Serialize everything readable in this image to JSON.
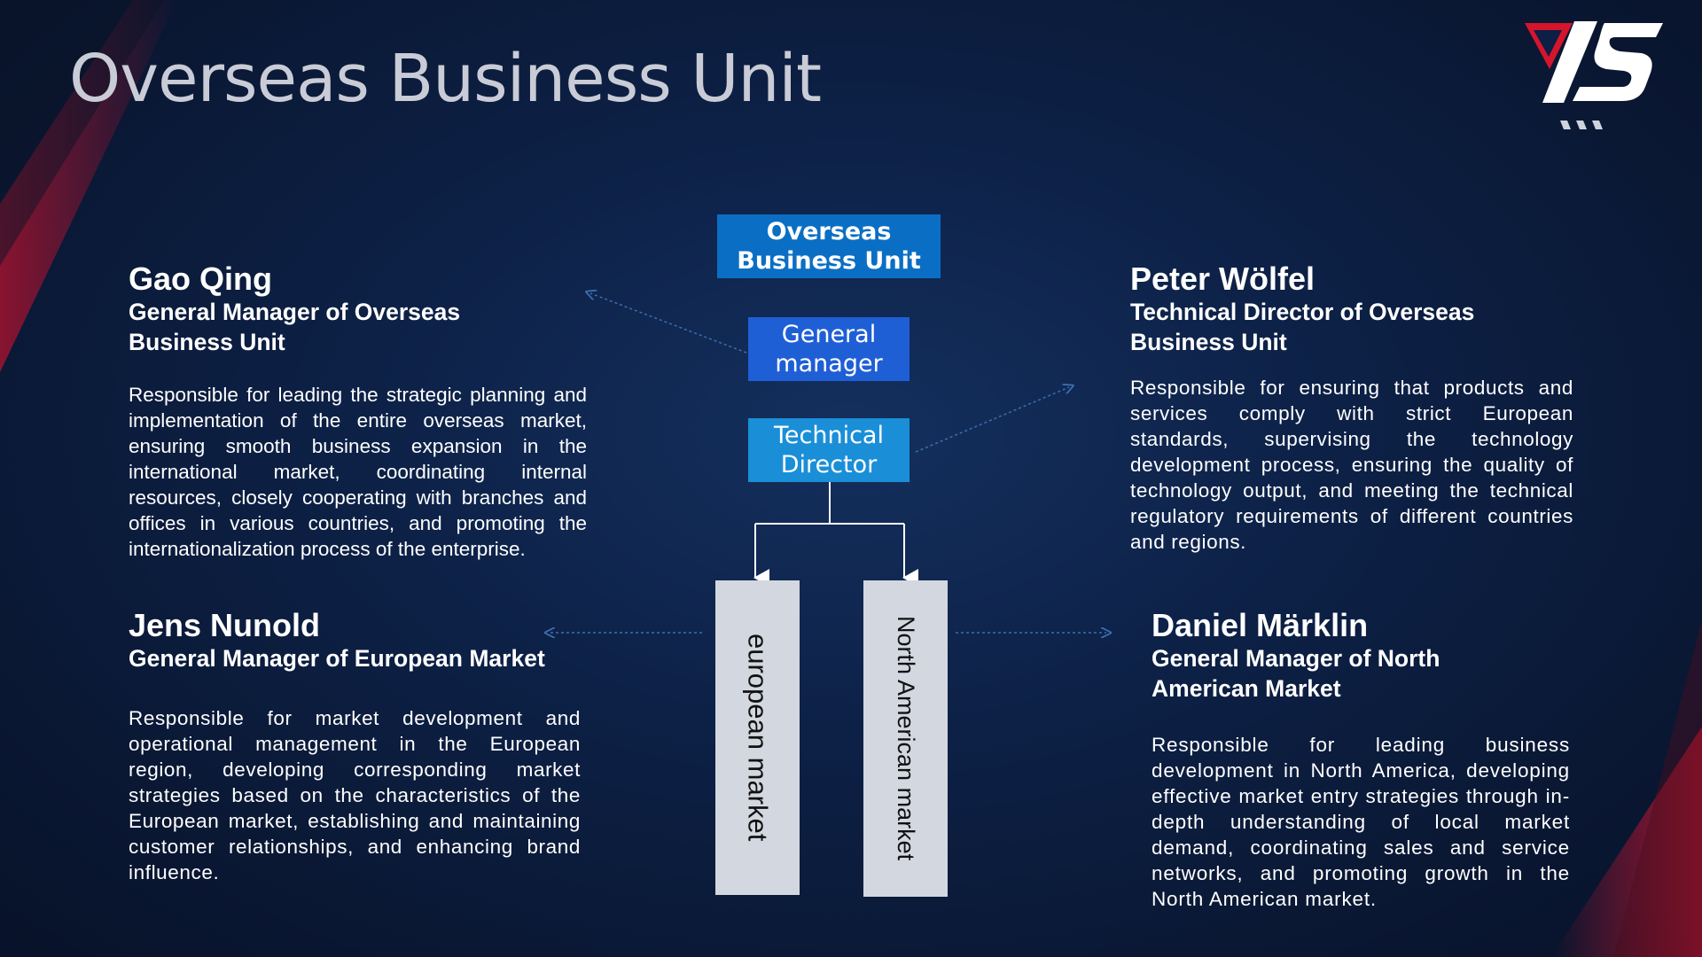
{
  "title": "Overseas Business Unit",
  "colors": {
    "background": "#0b1a36",
    "box_primary": "#0a6fc4",
    "box_secondary": "#1f5fd6",
    "box_tertiary": "#1a8fd8",
    "market_box": "#d3d7df",
    "accent_red": "#b3122e"
  },
  "org": {
    "top": "Overseas Business Unit",
    "general_manager": "General manager",
    "technical_director": "Technical Director",
    "european_market": "european market",
    "north_american_market": "North American market"
  },
  "people": {
    "gao": {
      "name": "Gao Qing",
      "role": "General Manager of Overseas Business Unit",
      "description": "Responsible for leading the strategic planning and implementation of the entire overseas market, ensuring smooth business expansion in the international market, coordinating internal resources, closely cooperating with branches and offices in various countries, and promoting the internationalization process of the enterprise."
    },
    "peter": {
      "name": "Peter Wölfel",
      "role": "Technical Director of Overseas Business Unit",
      "description": "Responsible for ensuring that products and services comply with strict European standards, supervising the technology development process, ensuring the quality of technology output, and meeting the technical regulatory requirements of different countries and regions."
    },
    "jens": {
      "name": "Jens Nunold",
      "role": "General Manager of European Market",
      "description": "Responsible for market development and operational management in the European region, developing corresponding market strategies based on the characteristics of the European market, establishing and maintaining customer relationships, and enhancing brand influence."
    },
    "daniel": {
      "name": "Daniel Märklin",
      "role": "General Manager of North American Market",
      "description": "Responsible for leading business development in North America, developing effective market entry strategies through in-depth understanding of local market demand, coordinating sales and service networks, and promoting growth in the North American market."
    }
  },
  "logo": {
    "icon": "company-logo-icon"
  }
}
